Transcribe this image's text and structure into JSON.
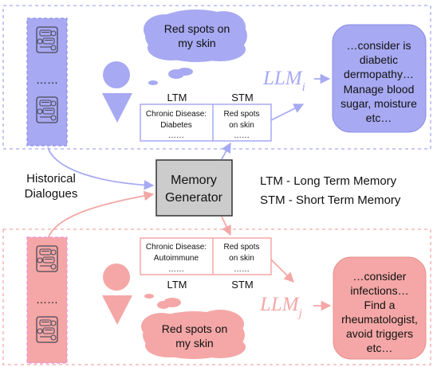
{
  "legend": {
    "ltm_def": "LTM - Long Term Memory",
    "stm_def": "STM - Short Term Memory"
  },
  "center": {
    "historical_line1": "Historical",
    "historical_line2": "Dialogues",
    "generator_line1": "Memory",
    "generator_line2": "Generator"
  },
  "top_panel": {
    "color": "#a7a9f2",
    "ellipsis": "……",
    "thought_line1": "Red spots on",
    "thought_line2": "my skin",
    "ltm_label": "LTM",
    "stm_label": "STM",
    "ltm_line1": "Chronic Disease:",
    "ltm_line2": "Diabetes",
    "ltm_line3": "……",
    "stm_line1": "Red spots",
    "stm_line2": "on skin",
    "stm_line3": "……",
    "llm_base": "LLM",
    "llm_sub": "i",
    "response_line1": "…consider is",
    "response_line2": "diabetic",
    "response_line3": "dermopathy…",
    "response_line4": "Manage blood",
    "response_line5": "sugar, moisture",
    "response_line6": "etc…"
  },
  "bottom_panel": {
    "color": "#f4a7a6",
    "ellipsis": "……",
    "thought_line1": "Red spots on",
    "thought_line2": "my skin",
    "ltm_label": "LTM",
    "stm_label": "STM",
    "ltm_line1": "Chronic Disease:",
    "ltm_line2": "Autoimmune",
    "ltm_line3": "……",
    "stm_line1": "Red spots",
    "stm_line2": "on skin",
    "stm_line3": "……",
    "llm_base": "LLM",
    "llm_sub": "j",
    "response_line1": "…consider",
    "response_line2": "infections…",
    "response_line3": "Find a",
    "response_line4": "rheumatologist,",
    "response_line5": "avoid triggers",
    "response_line6": "etc…"
  }
}
